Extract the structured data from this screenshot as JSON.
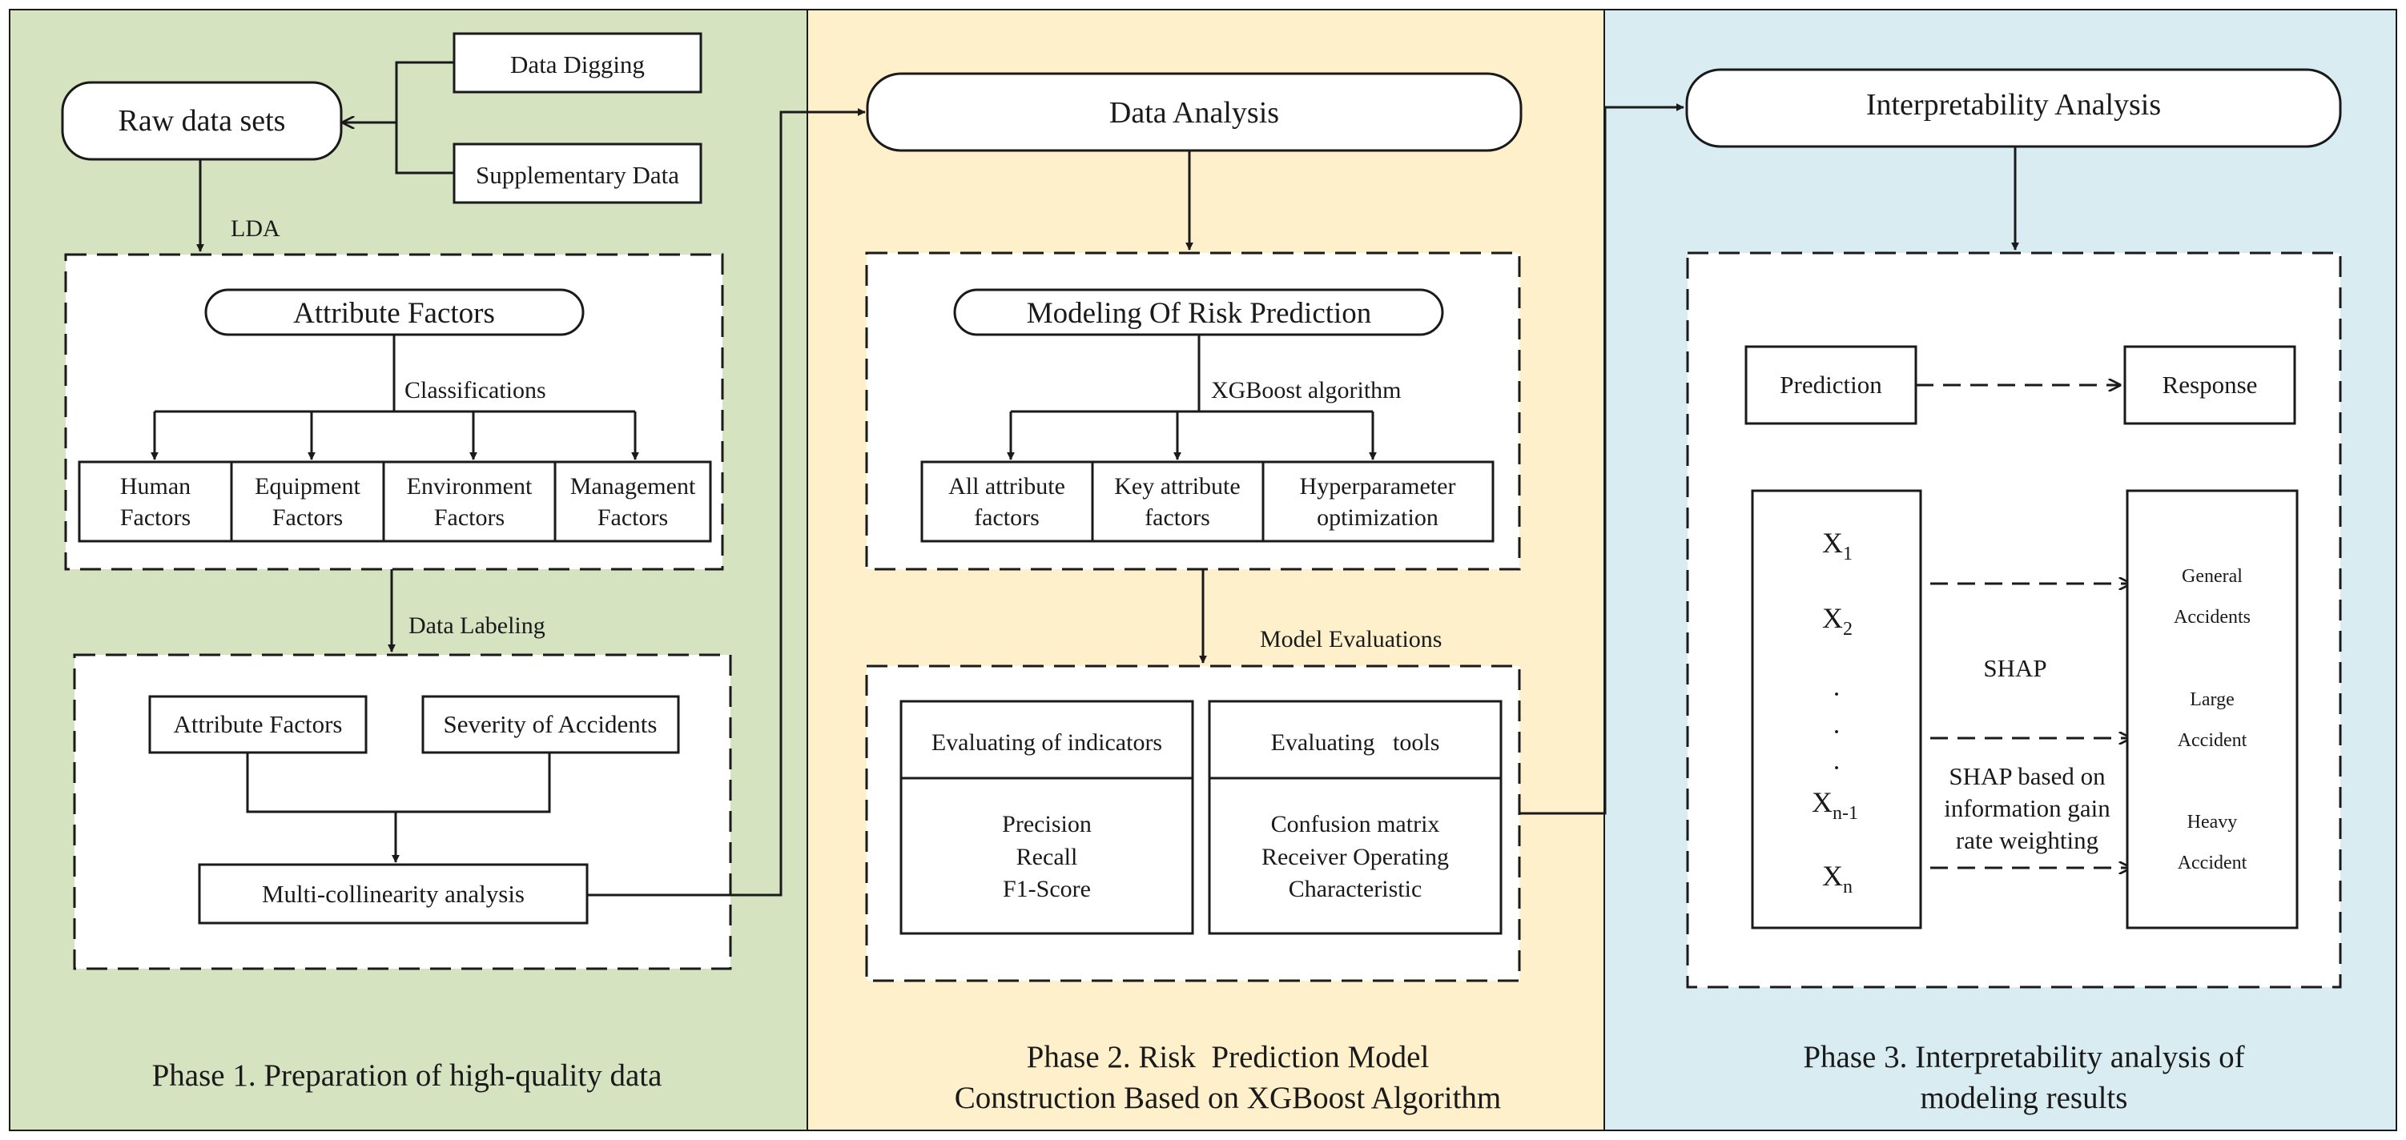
{
  "colors": {
    "phase1_bg": "#d6e3c1",
    "phase2_bg": "#fdf0cb",
    "phase3_bg": "#d8ecf2",
    "stroke": "#1a1a1a"
  },
  "phase1": {
    "title": "Phase 1. Preparation of high-quality data",
    "raw_data_sets": "Raw data sets",
    "data_digging": "Data Digging",
    "supplementary_data": "Supplementary Data",
    "lda_label": "LDA",
    "attribute_factors_title": "Attribute Factors",
    "classifications_label": "Classifications",
    "factors": [
      {
        "line1": "Human",
        "line2": "Factors"
      },
      {
        "line1": "Equipment",
        "line2": "Factors"
      },
      {
        "line1": "Environment",
        "line2": "Factors"
      },
      {
        "line1": "Management",
        "line2": "Factors"
      }
    ],
    "data_labeling_label": "Data Labeling",
    "attribute_factors_box": "Attribute Factors",
    "severity_box": "Severity of Accidents",
    "multicollinearity": "Multi-collinearity analysis"
  },
  "phase2": {
    "title_line1": "Phase 2. Risk  Prediction Model",
    "title_line2": "Construction Based on XGBoost Algorithm",
    "data_analysis": "Data Analysis",
    "modeling_title": "Modeling Of Risk Prediction",
    "xgboost_label": "XGBoost algorithm",
    "options": [
      {
        "line1": "All attribute",
        "line2": "factors"
      },
      {
        "line1": "Key attribute",
        "line2": "factors"
      },
      {
        "line1": "Hyperparameter",
        "line2": "optimization"
      }
    ],
    "model_evaluations_label": "Model  Evaluations",
    "indicators_header": "Evaluating of indicators",
    "indicators": [
      "Precision",
      "Recall",
      "F1-Score"
    ],
    "tools_header": "Evaluating   tools",
    "tools": [
      "Confusion matrix",
      "Receiver Operating",
      "Characteristic"
    ]
  },
  "phase3": {
    "title_line1": "Phase 3. Interpretability analysis of",
    "title_line2": "modeling results",
    "interpretability_analysis": "Interpretability Analysis",
    "prediction": "Prediction",
    "response": "Response",
    "features": {
      "x1": {
        "base": "X",
        "sub": "1"
      },
      "x2": {
        "base": "X",
        "sub": "2"
      },
      "dots": [
        "·",
        "·",
        "·"
      ],
      "xn1": {
        "base": "X",
        "sub": "n-1"
      },
      "xn": {
        "base": "X",
        "sub": "n"
      }
    },
    "shap_label": "SHAP",
    "shap_weighted": [
      "SHAP based on",
      "information gain",
      "rate weighting"
    ],
    "outcomes": [
      {
        "line1": "General",
        "line2": "Accidents"
      },
      {
        "line1": "Large",
        "line2": "Accident"
      },
      {
        "line1": "Heavy",
        "line2": "Accident"
      }
    ]
  }
}
